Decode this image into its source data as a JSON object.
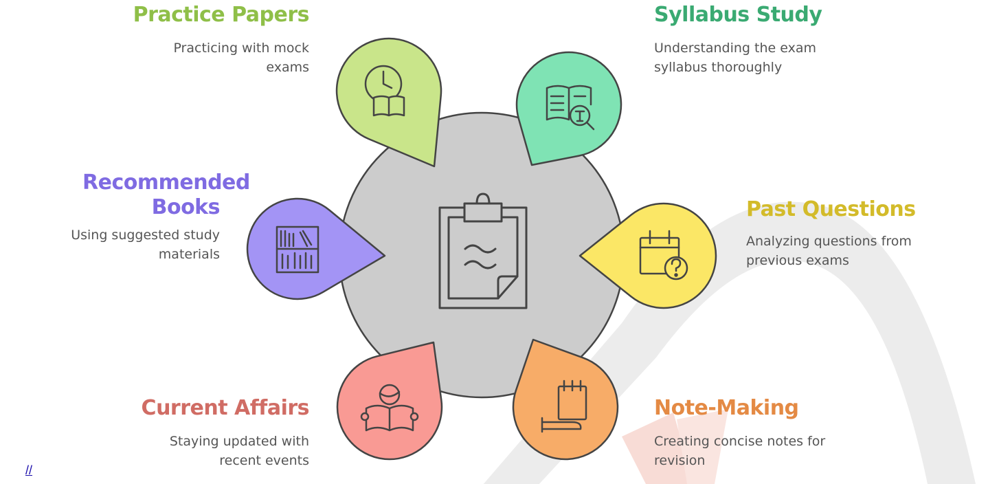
{
  "diagram": {
    "center": {
      "icon": "clipboard-icon"
    },
    "items": [
      {
        "title": "Practice Papers",
        "description": "Practicing with mock exams",
        "color": "#c9e58a",
        "title_color": "#8fbf48",
        "icon": "clock-book-icon"
      },
      {
        "title": "Syllabus Study",
        "description": "Understanding the exam syllabus thoroughly",
        "color": "#7fe3b4",
        "title_color": "#3aaa72",
        "icon": "book-search-icon"
      },
      {
        "title": "Recommended Books",
        "description": "Using suggested study materials",
        "color": "#a394f5",
        "title_color": "#7f6be2",
        "icon": "bookshelf-icon"
      },
      {
        "title": "Past Questions",
        "description": "Analyzing questions from previous exams",
        "color": "#fbe766",
        "title_color": "#d3bb2a",
        "icon": "calendar-question-icon"
      },
      {
        "title": "Current Affairs",
        "description": "Staying updated with recent events",
        "color": "#f99a94",
        "title_color": "#d06c64",
        "icon": "person-reading-icon"
      },
      {
        "title": "Note-Making",
        "description": "Creating concise notes for revision",
        "color": "#f7ac68",
        "title_color": "#e48a44",
        "icon": "notepad-hand-icon"
      }
    ]
  },
  "footer": {
    "link_text": "//",
    "link_color": "#1a0dab"
  },
  "colors": {
    "center_fill": "#cccccc",
    "outline": "#444444",
    "watermark": "#d7d7d7"
  }
}
